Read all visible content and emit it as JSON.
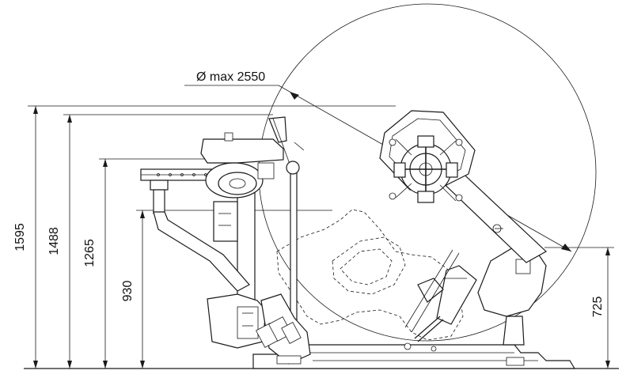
{
  "diagram": {
    "diameter_label": "Ø max 2550",
    "dimensions": {
      "height_overall": "1595",
      "height_head": "1488",
      "height_arm": "1265",
      "height_column": "930",
      "height_tilt_pivot": "725"
    }
  }
}
